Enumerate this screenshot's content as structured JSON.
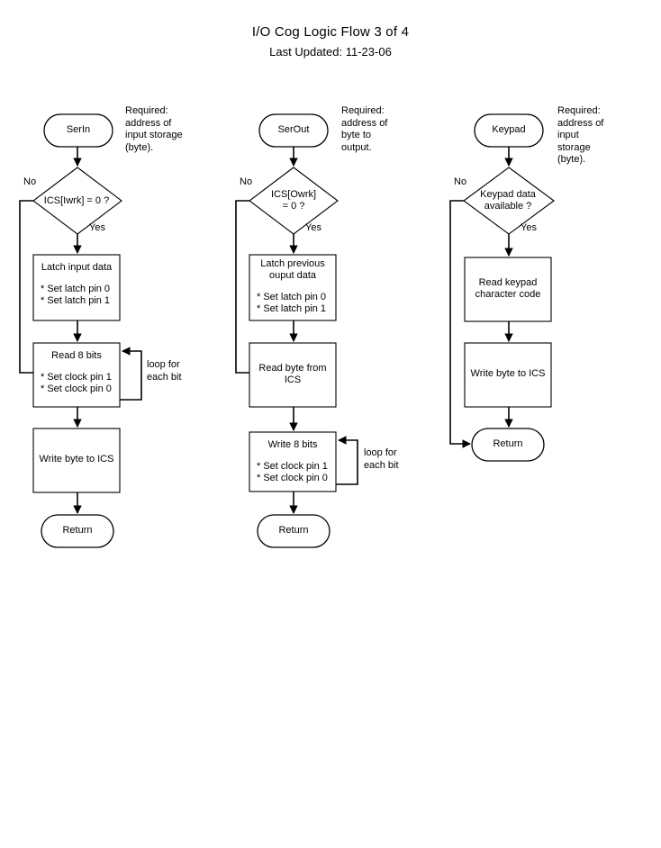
{
  "page": {
    "title_main": "I/O Cog  Logic Flow 3 of 4",
    "title_sub": "Last Updated: 11-23-06",
    "background": "#ffffff",
    "stroke": "#000000"
  },
  "columns": [
    {
      "id": "serin",
      "note": "Required:\naddress of\ninput storage\n(byte).",
      "start": {
        "label": "SerIn"
      },
      "decision": {
        "text": "ICS[Iwrk] = 0 ?",
        "line1": "ICS[Iwrk] = 0 ?",
        "line2": "",
        "no_label": "No",
        "yes_label": "Yes"
      },
      "process1": {
        "title": "Latch input data",
        "line1": "",
        "bullet1": "* Set latch pin 0",
        "bullet2": "* Set latch pin 1"
      },
      "process2": {
        "title": "Read 8 bits",
        "bullet1": "* Set clock pin 1",
        "bullet2": "* Set clock pin 0",
        "loop_label": "loop for\neach bit"
      },
      "process3": {
        "title": "Write byte to ICS"
      },
      "end": {
        "label": "Return"
      }
    },
    {
      "id": "serout",
      "note": "Required:\naddress of\nbyte to\noutput.",
      "start": {
        "label": "SerOut"
      },
      "decision": {
        "text": "ICS[Owrk] = 0 ?",
        "line1": "ICS[Owrk]",
        "line2": "= 0 ?",
        "no_label": "No",
        "yes_label": "Yes"
      },
      "process1": {
        "title": "Latch previous",
        "line1": "ouput data",
        "bullet1": "* Set latch pin 0",
        "bullet2": "* Set latch pin 1"
      },
      "process2": {
        "title": "Read byte from",
        "line1": "ICS"
      },
      "process3": {
        "title": "Write 8 bits",
        "bullet1": "* Set clock pin 1",
        "bullet2": "* Set clock pin 0",
        "loop_label": "loop for\neach bit"
      },
      "end": {
        "label": "Return"
      }
    },
    {
      "id": "keypad",
      "note": "Required:\naddress of\ninput\nstorage\n(byte).",
      "start": {
        "label": "Keypad"
      },
      "decision": {
        "text": "Keypad data available ?",
        "line1": "Keypad data",
        "line2": "available ?",
        "no_label": "No",
        "yes_label": "Yes"
      },
      "process1": {
        "title": "Read keypad",
        "line1": "character code"
      },
      "process2": {
        "title": "Write byte to ICS"
      },
      "end": {
        "label": "Return"
      }
    }
  ]
}
